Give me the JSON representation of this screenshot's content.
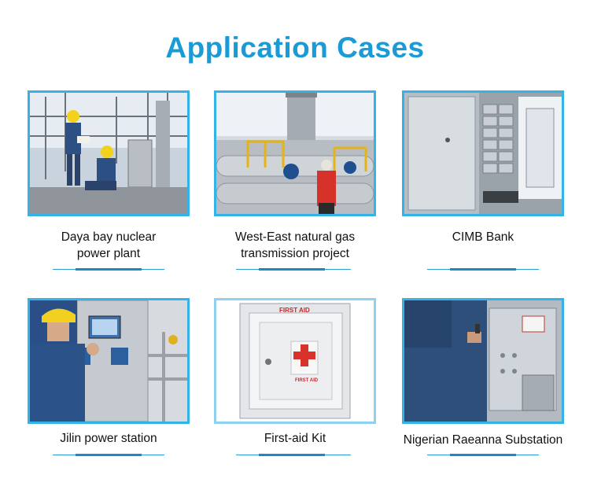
{
  "heading": "Application Cases",
  "accent_color": "#1a9bd6",
  "cases": [
    {
      "label_lines": [
        "Daya bay nuclear",
        "power plant"
      ],
      "image": "nuclear-plant-workers-photo"
    },
    {
      "label_lines": [
        "West-East natural gas",
        "transmission project"
      ],
      "image": "gas-pipeline-worker-photo"
    },
    {
      "label_lines": [
        "CIMB Bank"
      ],
      "image": "bank-vault-safe-deposit-photo"
    },
    {
      "label_lines": [
        "Jilin power station"
      ],
      "image": "power-station-control-panel-photo"
    },
    {
      "label_lines": [
        "First-aid Kit"
      ],
      "image": "first-aid-cabinet-photo"
    },
    {
      "label_lines": [
        "Nigerian Raeanna Substation"
      ],
      "image": "substation-operator-photo"
    }
  ],
  "first_aid_sign": "FIRST AID",
  "first_aid_box_text": "FIRST AID"
}
